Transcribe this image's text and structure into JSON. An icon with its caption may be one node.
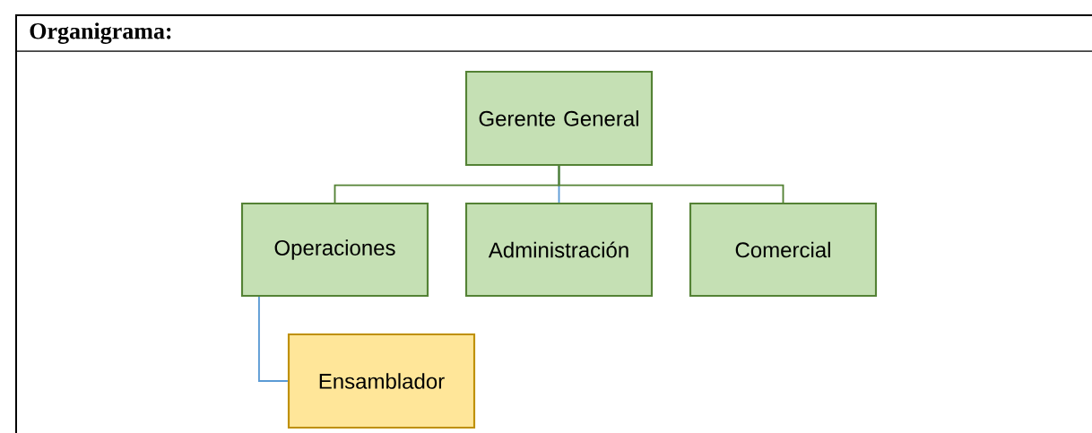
{
  "diagram": {
    "title": "Organigrama:",
    "nodes": [
      {
        "text": [
          "Gerente General"
        ]
      },
      {
        "text": [
          "Operaciones"
        ]
      },
      {
        "text": [
          "Administración"
        ]
      },
      {
        "text": [
          "Comercial"
        ]
      },
      {
        "text": [
          "Ensamblador"
        ]
      }
    ],
    "edges": [
      {
        "from": 0,
        "to": 2,
        "arrow": "none",
        "color": "#5b9bd5"
      },
      {
        "from": 0,
        "to": 1,
        "arrow": "none",
        "color": "#548235"
      },
      {
        "from": 0,
        "to": 3,
        "arrow": "none",
        "color": "#548235"
      },
      {
        "from": 1,
        "to": 4,
        "arrow": "none",
        "color": "#5b9bd5"
      }
    ]
  }
}
